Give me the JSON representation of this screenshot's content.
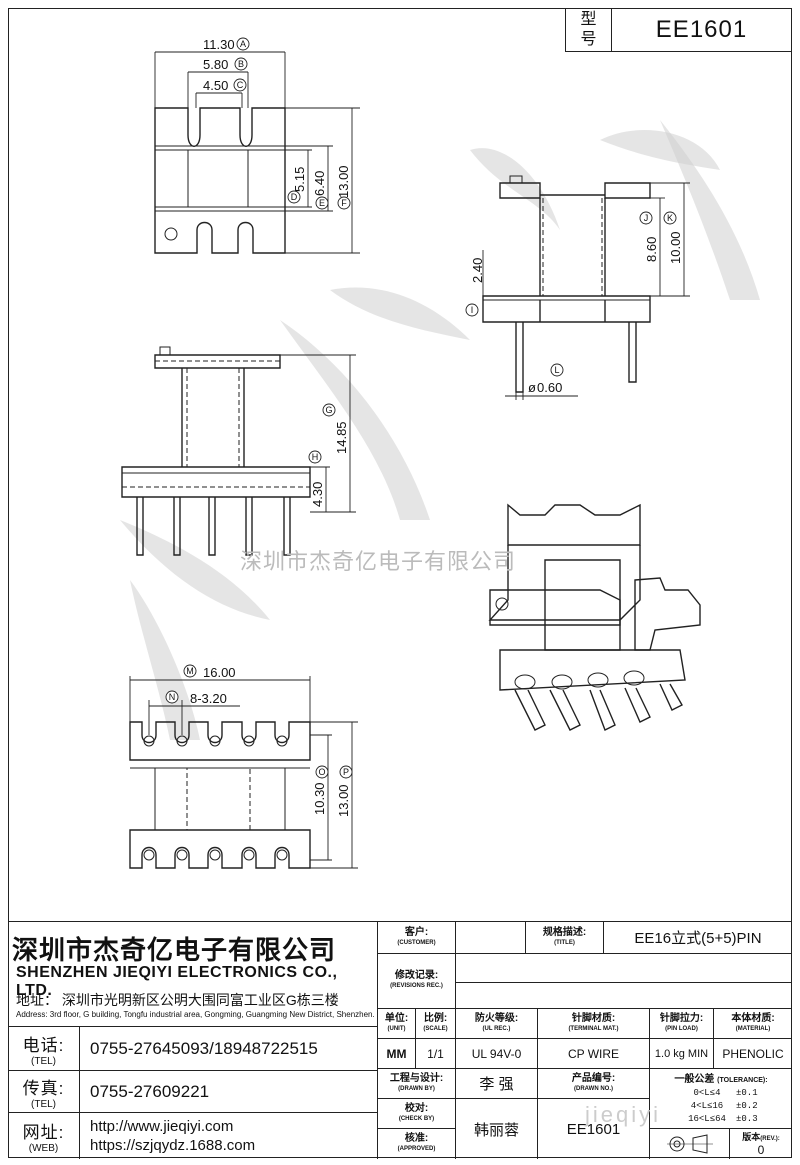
{
  "model_box": {
    "label_1": "型",
    "label_2": "号",
    "value": "EE1601"
  },
  "watermark": {
    "text": "深圳市杰奇亿电子有限公司",
    "url": "jieqiyi"
  },
  "dims": {
    "a": "11.30",
    "b": "5.80",
    "c": "4.50",
    "d": "5.15",
    "e": "6.40",
    "f": "13.00",
    "g": "14.85",
    "h": "4.30",
    "i": "2.40",
    "j": "8.60",
    "k": "10.00",
    "l": "0.60",
    "m": "16.00",
    "n": "8-3.20",
    "o": "10.30",
    "p": "13.00"
  },
  "company": {
    "name": "深圳市杰奇亿电子有限公司",
    "name_en": "SHENZHEN JIEQIYI ELECTRONICS CO., LTD.",
    "address_label": "地址：",
    "address": "深圳市光明新区公明大围同富工业区G栋三楼",
    "address_en": "Address: 3rd floor, G building, Tongfu industrial area, Gongming, Guangming New District, Shenzhen.",
    "tel_label": "电话:",
    "tel_label_en": "(TEL)",
    "tel": "0755-27645093/18948722515",
    "fax_label": "传真:",
    "fax_label_en": "(TEL)",
    "fax": "0755-27609221",
    "web_label": "网址:",
    "web_label_en": "(WEB)",
    "web_1": "http://www.jieqiyi.com",
    "web_2": "https://szjqydz.1688.com"
  },
  "title_block": {
    "customer_zh": "客户:",
    "customer_en": "(CUSTOMER)",
    "customer": "",
    "title_zh": "规格描述:",
    "title_en": "(TITLE)",
    "title": "EE16立式(5+5)PIN",
    "rev_zh": "修改记录:",
    "rev_en": "(REVISIONS REC.)",
    "unit_zh": "单位:",
    "unit_en": "(UNIT)",
    "unit": "MM",
    "scale_zh": "比例:",
    "scale_en": "(SCALE)",
    "scale": "1/1",
    "ul_zh": "防火等级:",
    "ul_en": "(UL REC.)",
    "ul": "UL 94V-0",
    "term_zh": "针脚材质:",
    "term_en": "(TERMINAL MAT.)",
    "term": "CP WIRE",
    "pin_zh": "针脚拉力:",
    "pin_en": "(PIN LOAD)",
    "pin": "1.0 kg MIN",
    "mat_zh": "本体材质:",
    "mat_en": "(MATERIAL)",
    "mat": "PHENOLIC",
    "drawn_zh": "工程与设计:",
    "drawn_en": "(DRAWN BY)",
    "drawn": "李 强",
    "partno_zh": "产品编号:",
    "partno_en": "(DRAWN NO.)",
    "tol_zh": "一般公差",
    "tol_en": "(TOLERANCE):",
    "tol_1": "0<L≤4",
    "tol_1v": "±0.1",
    "tol_2": "4<L≤16",
    "tol_2v": "±0.2",
    "tol_3": "16<L≤64",
    "tol_3v": "±0.3",
    "check_zh": "校对:",
    "check_en": "(CHECK BY)",
    "check": "韩丽蓉",
    "appr_zh": "核准:",
    "appr_en": "(APPROVED)",
    "partno": "EE1601",
    "ver_zh": "版本",
    "ver_en": "(REV.):",
    "ver": "0"
  }
}
